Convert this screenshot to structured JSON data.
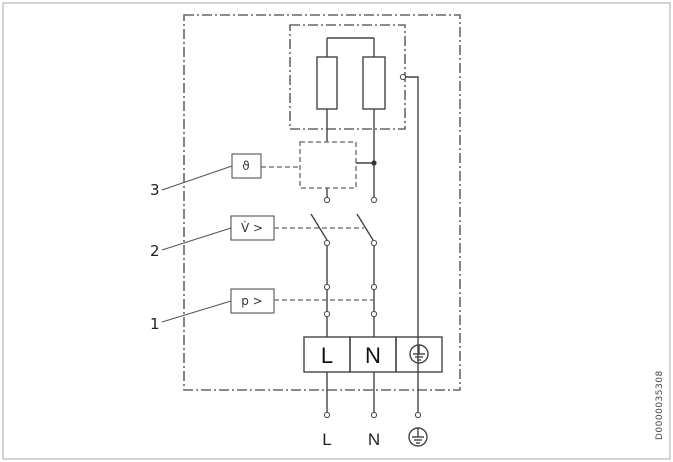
{
  "callouts": {
    "c1": "1",
    "c2": "2",
    "c3": "3"
  },
  "sensors": {
    "pressure": "p >",
    "flow": "V̇ >",
    "temperature": "ϑ"
  },
  "terminals": {
    "live": "L",
    "neutral": "N"
  },
  "supply": {
    "live": "L",
    "neutral": "N"
  },
  "document_id": "D0000035308",
  "icons": {
    "earth": "earth-ground-icon"
  }
}
